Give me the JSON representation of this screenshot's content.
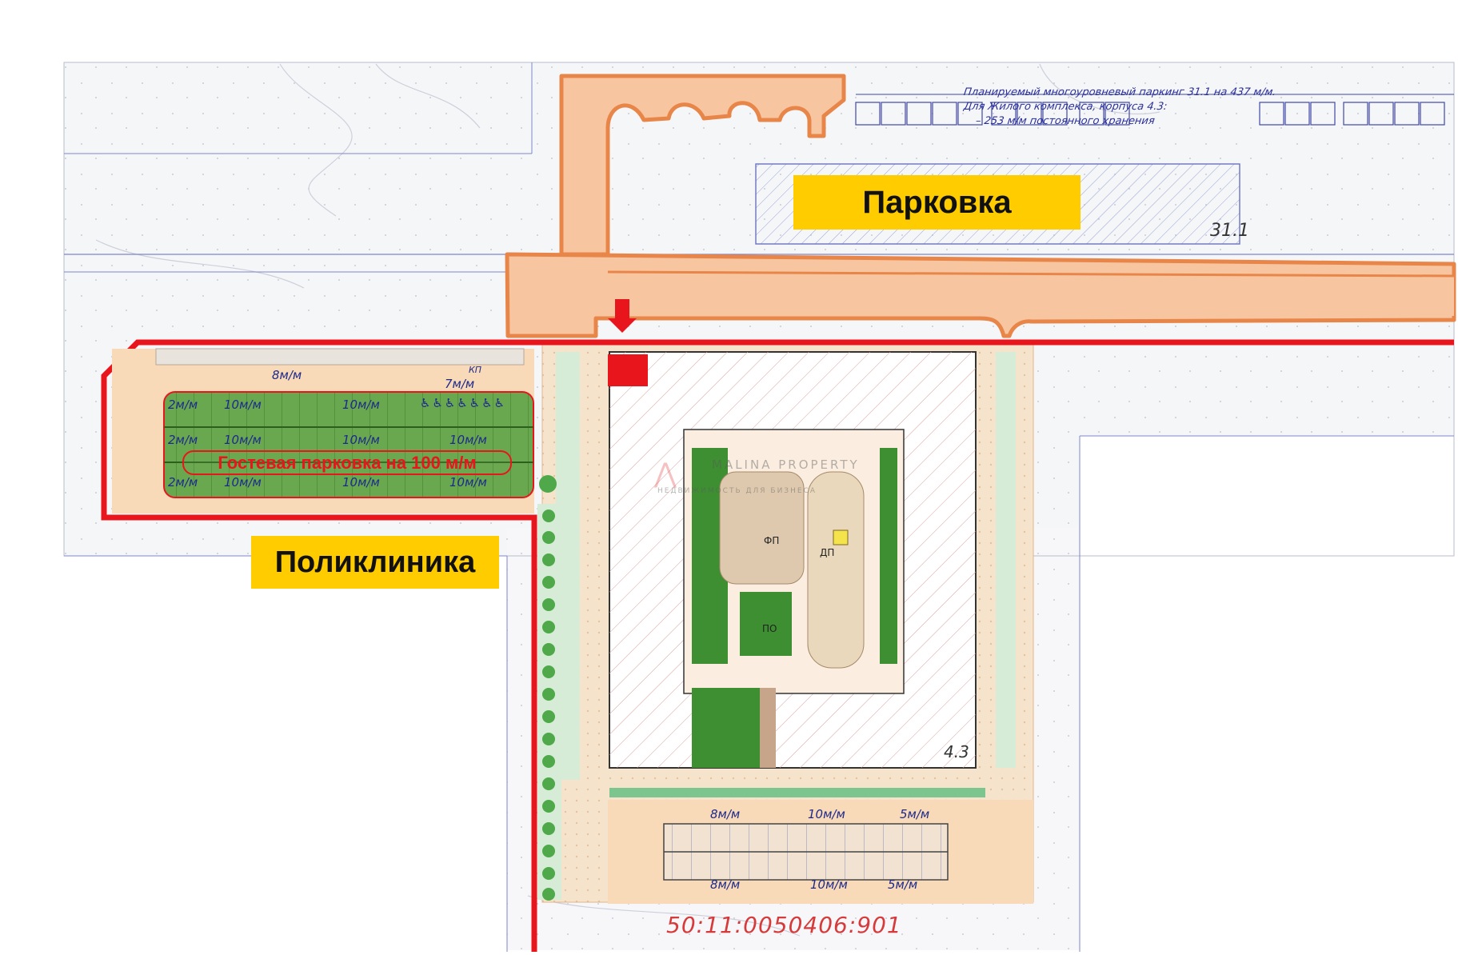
{
  "callouts": {
    "parking": "Парковка",
    "clinic": "Поликлиника"
  },
  "header_note": {
    "line1": "Планируемый многоуровневый паркинг 31.1 на 437 м/м.",
    "line2": "Для Жилого комплекса, корпуса 4.3:",
    "line3": "– 253 м/м постоянного хранения"
  },
  "building_labels": {
    "parking_garage": "31.1",
    "residential": "4.3"
  },
  "guest_parking": "Гостевая парковка на 100 м/м",
  "cadastral_number": "50:11:0050406:901",
  "watermark": {
    "name": "MALINA PROPERTY",
    "tagline": "НЕДВИЖИМОСТЬ ДЛЯ БИЗНЕСА"
  },
  "parking_labels": {
    "top_row_a": "8м/м",
    "top_row_b": "7м/м",
    "kp": "КП",
    "r1c1": "2м/м",
    "r1c2": "10м/м",
    "r1c3": "10м/м",
    "r2c1": "2м/м",
    "r2c2": "10м/м",
    "r2c3": "10м/м",
    "r2c4": "10м/м",
    "r3c1": "2м/м",
    "r3c2": "10м/м",
    "r3c3": "10м/м",
    "r3c4": "10м/м",
    "south_top_a": "8м/м",
    "south_top_b": "10м/м",
    "south_top_c": "5м/м",
    "south_bot_a": "8м/м",
    "south_bot_b": "10м/м",
    "south_bot_c": "5м/м"
  },
  "courtyard_labels": {
    "fp": "ФП",
    "dp": "ДП",
    "po": "ПО"
  },
  "colors": {
    "boundary_red": "#e8161c",
    "road_fill": "#f7c6a0",
    "road_stroke": "#e8864a",
    "callout_yellow": "#ffcc00",
    "green_area": "#3a8a2a",
    "cad_blue": "#1c2a8c"
  },
  "icons": {
    "entrance_marker": "red-arrow-down-icon",
    "accessible_spot": "wheelchair-icon"
  }
}
